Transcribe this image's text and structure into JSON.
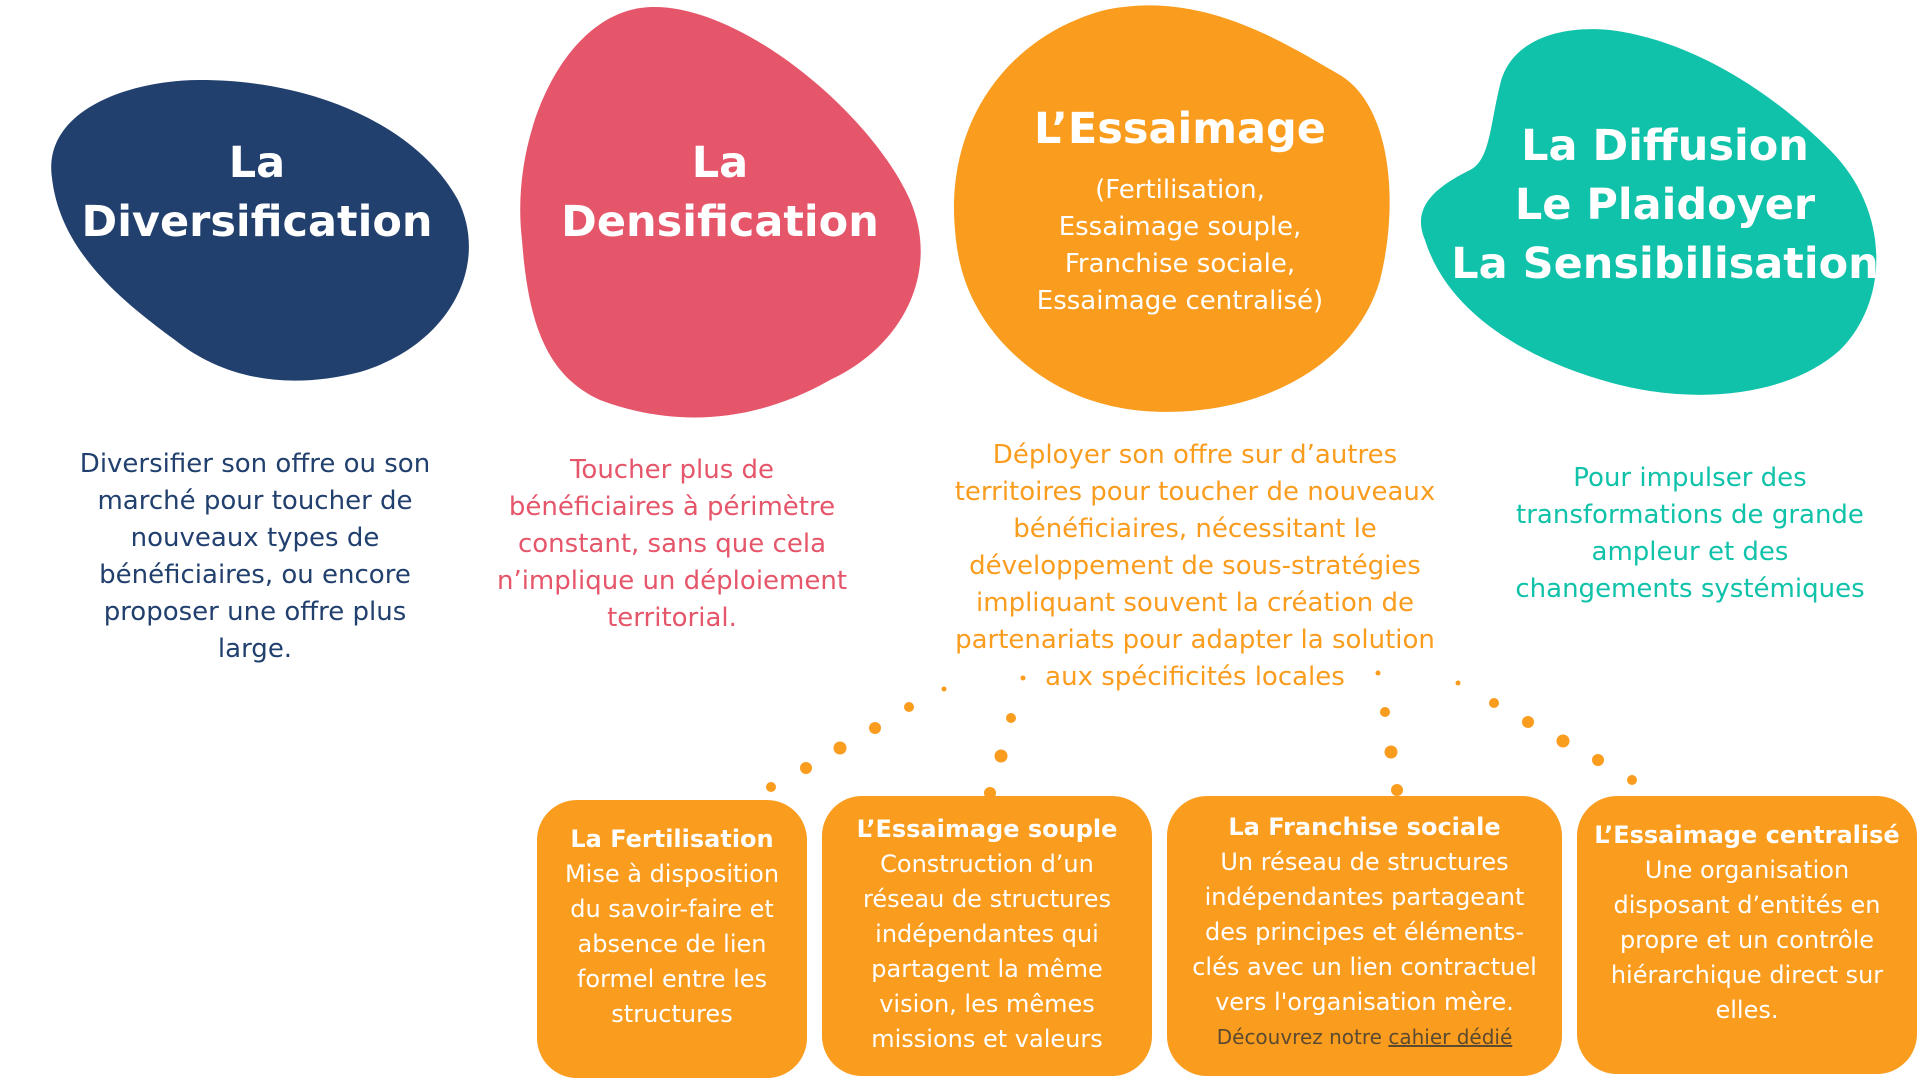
{
  "colors": {
    "navy": "#22406e",
    "red": "#e5566a",
    "orange": "#fa9c1e",
    "teal": "#10c2a9",
    "white": "#ffffff"
  },
  "blobs": {
    "diversification": {
      "title_lines": [
        "La",
        "Diversification"
      ],
      "desc_lines": [
        "Diversifier son offre ou son",
        "marché pour toucher de",
        "nouveaux types de",
        "bénéficiaires, ou encore",
        "proposer une offre plus",
        "large."
      ]
    },
    "densification": {
      "title_lines": [
        "La",
        "Densification"
      ],
      "desc_lines": [
        "Toucher plus de",
        "bénéficiaires à périmètre",
        "constant, sans que cela",
        "n’implique un déploiement",
        "territorial."
      ]
    },
    "essaimage": {
      "title": "L’Essaimage",
      "sub_lines": [
        "(Fertilisation,",
        "Essaimage souple,",
        "Franchise sociale,",
        "Essaimage centralisé)"
      ],
      "desc_lines": [
        "Déployer son offre sur d’autres",
        "territoires pour toucher de nouveaux",
        "bénéficiaires, nécessitant le",
        "développement de sous-stratégies",
        "impliquant souvent la création de",
        "partenariats pour adapter la solution",
        "aux spécificités locales"
      ]
    },
    "diffusion": {
      "title_lines": [
        "La Diffusion",
        "Le Plaidoyer",
        "La Sensibilisation"
      ],
      "desc_lines": [
        "Pour impulser des",
        "transformations de grande",
        "ampleur et des",
        "changements systémiques"
      ]
    }
  },
  "cards": {
    "fertilisation": {
      "title": "La Fertilisation",
      "body_lines": [
        "Mise à disposition",
        "du savoir-faire et",
        "absence de lien",
        "formel entre les",
        "structures"
      ]
    },
    "souple": {
      "title": "L’Essaimage souple",
      "body_lines": [
        "Construction d’un",
        "réseau de structures",
        "indépendantes qui",
        "partagent la même",
        "vision, les mêmes",
        "missions et valeurs"
      ]
    },
    "franchise": {
      "title": "La Franchise sociale",
      "body_lines": [
        "Un réseau de structures",
        "indépendantes partageant",
        "des principes et éléments-",
        "clés avec un lien contractuel",
        "vers l'organisation mère."
      ],
      "link_prefix": "Découvrez notre",
      "link_text": "cahier dédié"
    },
    "centralise": {
      "title": "L’Essaimage centralisé",
      "body_lines": [
        "Une organisation",
        "disposant d’entités en",
        "propre et un contrôle",
        "hiérarchique direct sur",
        "elles."
      ]
    }
  }
}
